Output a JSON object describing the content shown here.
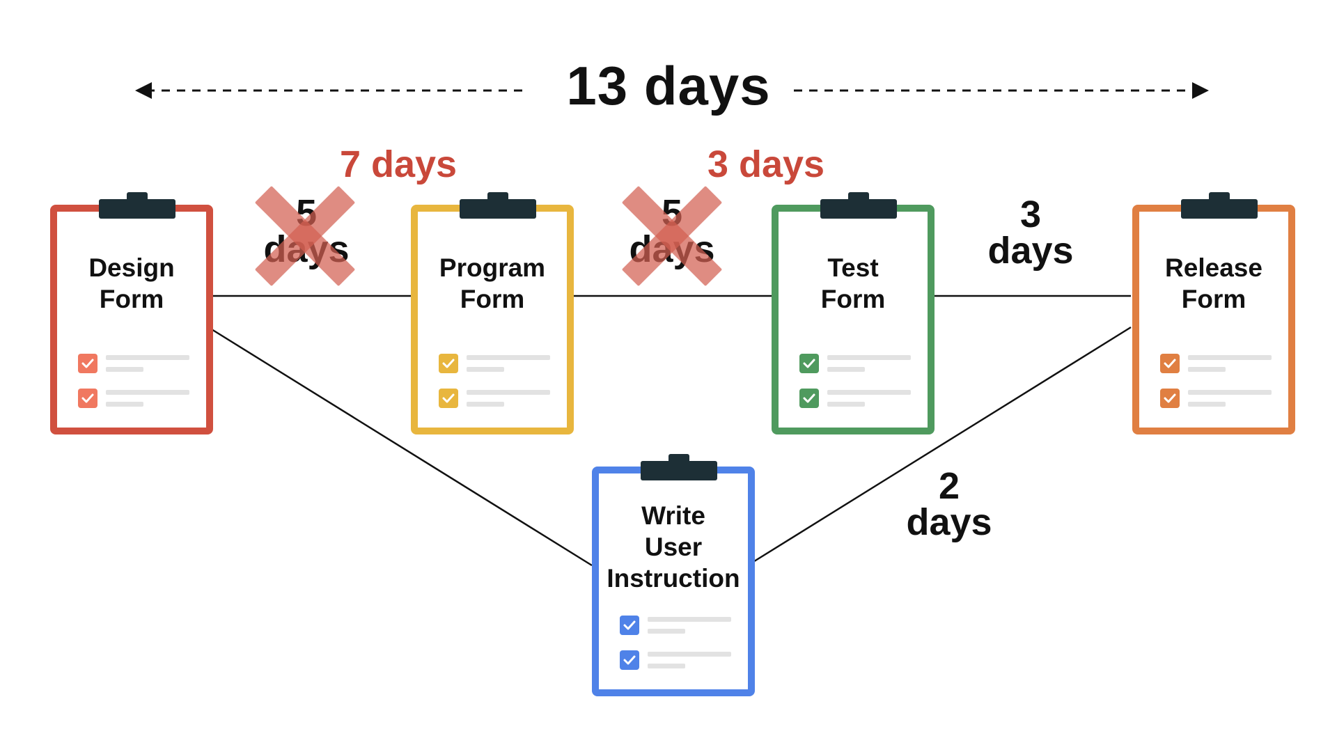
{
  "total_duration": "13 days",
  "tasks": {
    "design": {
      "line1": "Design",
      "line2": "Form",
      "color": "#d0503f",
      "check_color": "#f07860"
    },
    "program": {
      "line1": "Program",
      "line2": "Form",
      "color": "#e8b63e",
      "check_color": "#e8b63e"
    },
    "test": {
      "line1": "Test",
      "line2": "Form",
      "color": "#4f9a5e",
      "check_color": "#4f9a5e"
    },
    "release": {
      "line1": "Release",
      "line2": "Form",
      "color": "#e07f42",
      "check_color": "#e07f42"
    },
    "instruction": {
      "line1": "Write",
      "line2": "User",
      "line3": "Instruction",
      "color": "#4f82e8",
      "check_color": "#4f82e8"
    }
  },
  "durations": {
    "design_program": {
      "old_number": "5",
      "old_unit": "days",
      "new": "7 days"
    },
    "program_test": {
      "old_number": "5",
      "old_unit": "days",
      "new": "3 days"
    },
    "test_release": {
      "number": "3",
      "unit": "days"
    },
    "instruction_release": {
      "number": "2",
      "unit": "days"
    }
  },
  "colors": {
    "strike": "#d25f52",
    "new_duration": "#c9483a",
    "line": "#111111"
  },
  "icons": [
    "arrow-left-icon",
    "arrow-right-icon",
    "clipboard-clip-icon",
    "checkbox-checked-icon",
    "strike-x-icon"
  ]
}
